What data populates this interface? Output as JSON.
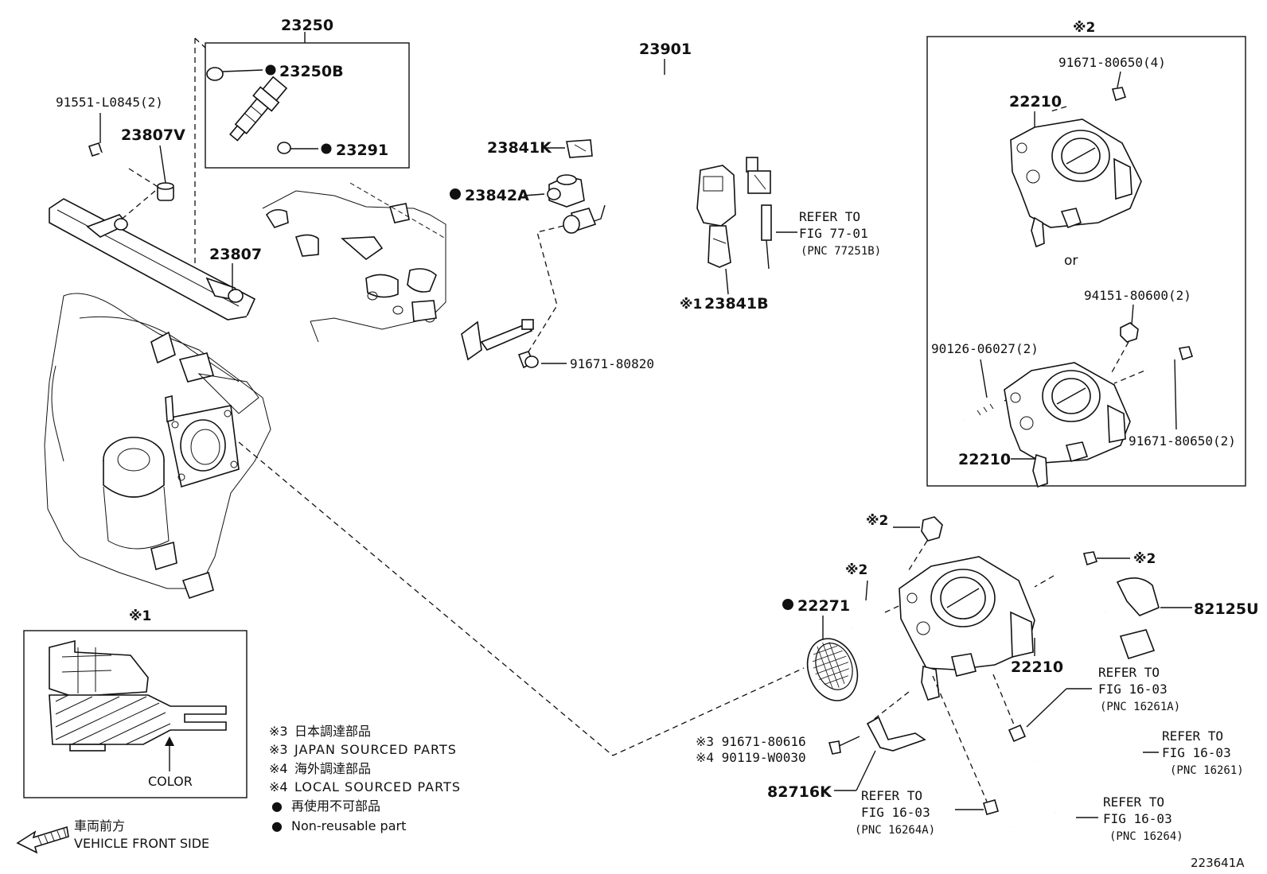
{
  "diagram": {
    "figure_id": "223641A",
    "labels": {
      "p23250": "23250",
      "p23250B": "23250B",
      "p23291": "23291",
      "p91551": "91551-L0845(2)",
      "p23807V": "23807V",
      "p23807": "23807",
      "p23901": "23901",
      "p23841K": "23841K",
      "p23842A": "23842A",
      "p91671_80820": "91671-80820",
      "p23841B": "23841B",
      "refer_77": "REFER TO",
      "refer_77_fig": "FIG 77-01",
      "refer_77_pnc": "(PNC 77251B)",
      "box2_mark": "※2",
      "p91671_80650_4": "91671-80650(4)",
      "p22210_a": "22210",
      "or": "or",
      "p94151": "94151-80600(2)",
      "p90126": "90126-06027(2)",
      "p91671_80650_2": "91671-80650(2)",
      "p22210_b": "22210",
      "mark2_a": "※2",
      "mark2_b": "※2",
      "mark2_c": "※2",
      "p22271": "22271",
      "p82125U": "82125U",
      "p22210_c": "22210",
      "refer_16261A": "REFER TO",
      "refer_16261A_fig": "FIG 16-03",
      "refer_16261A_pnc": "(PNC 16261A)",
      "refer_16261": "REFER TO",
      "refer_16261_fig": "FIG 16-03",
      "refer_16261_pnc": "(PNC 16261)",
      "p91671_80616": "※3 91671-80616",
      "p90119": "※4 90119-W0030",
      "p82716K": "82716K",
      "refer_16264A": "REFER TO",
      "refer_16264A_fig": "FIG 16-03",
      "refer_16264A_pnc": "(PNC 16264A)",
      "refer_16264": "REFER TO",
      "refer_16264_fig": "FIG 16-03",
      "refer_16264_pnc": "(PNC 16264)",
      "mark1": "※1",
      "mark1_23841B": "※1",
      "color": "COLOR"
    },
    "legend": [
      {
        "mark": "※3",
        "text": "日本調達部品"
      },
      {
        "mark": "※3",
        "text": "JAPAN SOURCED PARTS"
      },
      {
        "mark": "※4",
        "text": "海外調達部品"
      },
      {
        "mark": "※4",
        "text": "LOCAL SOURCED PARTS"
      },
      {
        "mark": "●",
        "text": "再使用不可部品"
      },
      {
        "mark": "●",
        "text": "Non-reusable part"
      }
    ],
    "front": {
      "jp": "車両前方",
      "en": "VEHICLE FRONT SIDE"
    }
  }
}
